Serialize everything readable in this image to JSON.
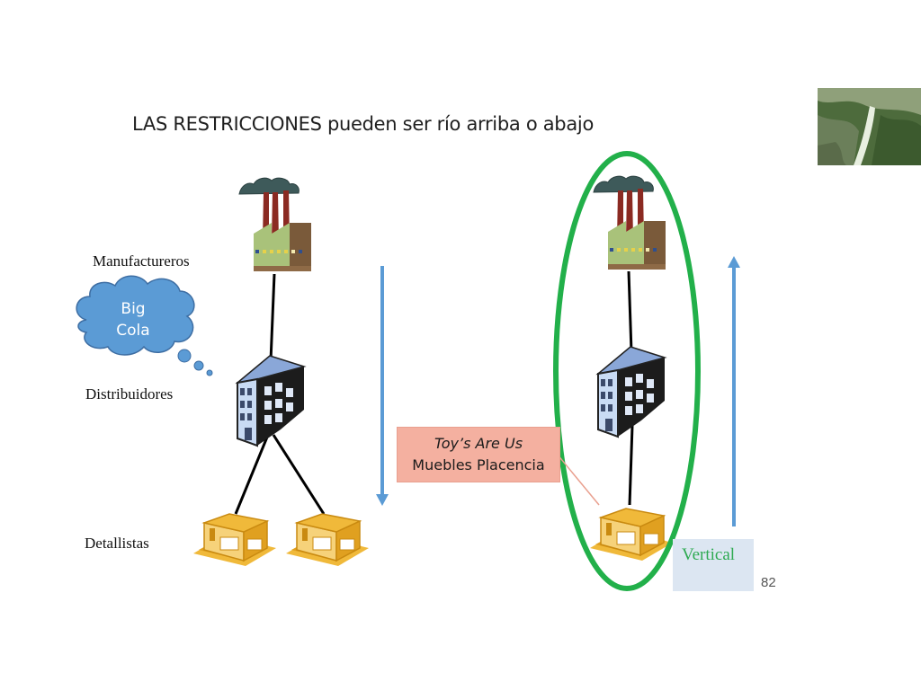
{
  "title": "LAS RESTRICCIONES pueden ser río arriba o abajo",
  "levels": {
    "manufacturers": "Manufactureros",
    "distributors": "Distribuidores",
    "retailers": "Detallistas"
  },
  "thought_cloud": {
    "line1": "Big",
    "line2": "Cola"
  },
  "callout": {
    "line1": "Toy’s Are Us",
    "line2": "Muebles Placencia"
  },
  "vertical_label": "Vertical",
  "page_number": "82",
  "colors": {
    "arrow": "#5b9bd5",
    "ellipse": "#22b04a",
    "callout_fill": "#f4b0a0",
    "cloud_fill": "#5b9bd5",
    "retailer_icon": "#e0a020",
    "factory_body": "#a9c27a",
    "building_front": "#b9cfee",
    "vertical_text": "#2eaa52"
  },
  "icons": [
    "factory-icon",
    "office-building-icon",
    "store-icon",
    "thought-cloud-icon",
    "canyon-river-photo"
  ]
}
